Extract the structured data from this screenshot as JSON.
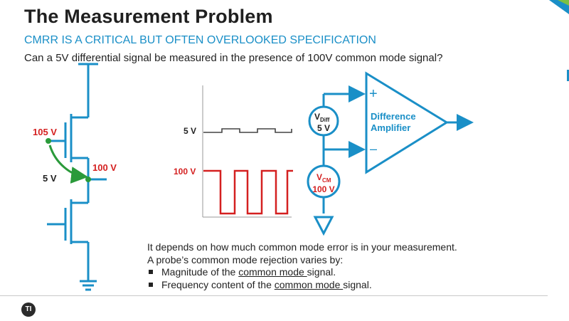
{
  "slide": {
    "title": "The Measurement Problem",
    "subtitle": "CMRR IS A CRITICAL BUT OFTEN OVERLOOKED SPECIFICATION",
    "question": "Can a 5V differential signal be measured in the presence of 100V common mode signal?"
  },
  "circuit": {
    "gate_voltage": "105 V",
    "source_voltage": "100 V",
    "vgs": "5 V"
  },
  "waveforms": {
    "diff_label": "5 V",
    "cm_label": "100 V"
  },
  "sources": {
    "vdiff_name": "V",
    "vdiff_sub": "Diff",
    "vdiff_value": "5 V",
    "vcm_name": "V",
    "vcm_sub": "CM",
    "vcm_value": "100 V"
  },
  "amplifier": {
    "line1": "Difference",
    "line2": "Amplifier",
    "plus": "+",
    "minus": "–"
  },
  "body": {
    "line1": "It depends on how much common mode error is in your measurement.",
    "line2": "A probe’s common mode rejection varies by:",
    "bullet1_pre": "Magnitude of the ",
    "bullet1_u": "common mode ",
    "bullet1_post": "signal.",
    "bullet2_pre": "Frequency content of the ",
    "bullet2_u": "common mode ",
    "bullet2_post": "signal."
  },
  "logo": {
    "text": "TI"
  },
  "colors": {
    "accent_blue": "#1a8fc7",
    "red": "#d42020",
    "green": "#2a9a3a",
    "dark": "#222222"
  }
}
